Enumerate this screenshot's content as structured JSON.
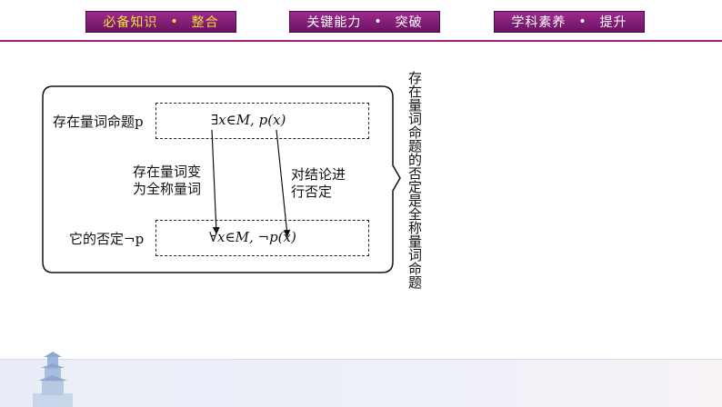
{
  "nav": {
    "tabs": [
      {
        "left": "必备知识",
        "right": "整合",
        "dot": "•"
      },
      {
        "left": "关键能力",
        "right": "突破",
        "dot": "•"
      },
      {
        "left": "学科素养",
        "right": "提升",
        "dot": "•"
      }
    ]
  },
  "diagram": {
    "row1_label": "存在量词命题p",
    "row1_formula": "∃x∈M, p(x)",
    "row2_label": "它的否定¬p",
    "row2_formula": "∀x∈M, ¬p(x)",
    "left_note_line1": "存在量词变",
    "left_note_line2": "为全称量词",
    "right_note_line1": "对结论进",
    "right_note_line2": "行否定",
    "summary": "存在量词命题的否定是全称量词命题"
  },
  "colors": {
    "nav_bg": "#8a1f7c",
    "active_text": "#f4e033",
    "accent_line": "#9c1f86"
  }
}
